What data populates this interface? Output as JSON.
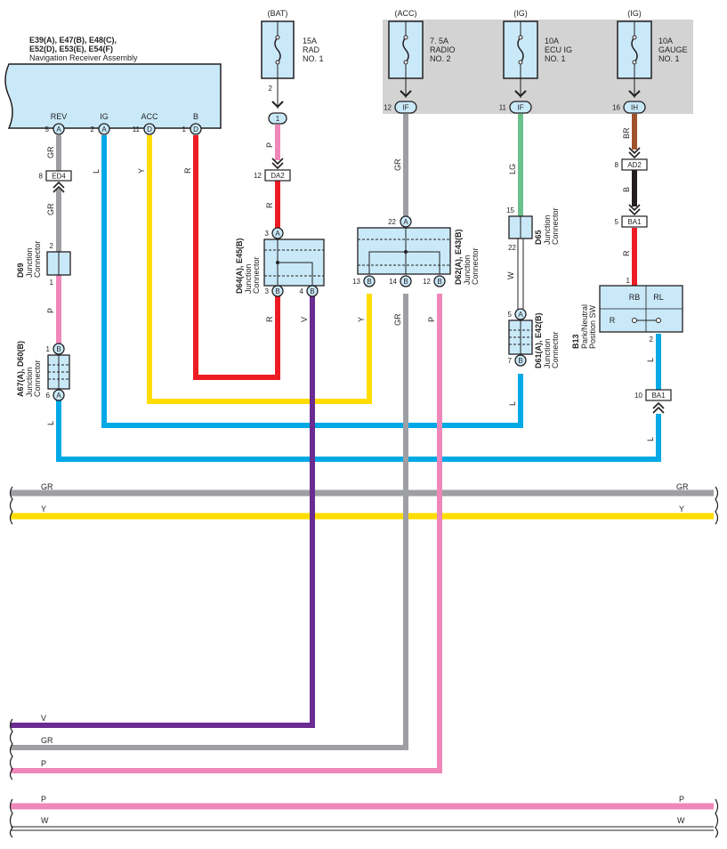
{
  "colors": {
    "GR": "#9d9fa2",
    "L": "#00a9e5",
    "Y": "#ffdd00",
    "R": "#ed1c24",
    "P": "#ef87b9",
    "V": "#6b2c91",
    "LG": "#6cc08d",
    "BR": "#a0522d",
    "B": "#231f20",
    "W": "#ffffff",
    "box": "#c9e9f9",
    "shade": "#d3d3d3"
  },
  "nav": {
    "title": "E39(A), E47(B), E48(C),",
    "title2": "E52(D), E53(E), E54(F)",
    "subtitle": "Navigation Receiver Assembly",
    "pins": [
      {
        "label": "REV",
        "num": "5",
        "conn": "A"
      },
      {
        "label": "IG",
        "num": "2",
        "conn": "A"
      },
      {
        "label": "ACC",
        "num": "11",
        "conn": "D"
      },
      {
        "label": "B",
        "num": "1",
        "conn": "D"
      }
    ]
  },
  "fuses": [
    {
      "source": "(BAT)",
      "rating": "15A",
      "name1": "RAD",
      "name2": "NO. 1",
      "pin": "2"
    },
    {
      "source": "(ACC)",
      "rating": "7. 5A",
      "name1": "RADIO",
      "name2": "NO. 2",
      "pin": "12",
      "conn": "IF"
    },
    {
      "source": "(IG)",
      "rating": "10A",
      "name1": "ECU IG",
      "name2": "NO. 1",
      "pin": "11",
      "conn": "IF"
    },
    {
      "source": "(IG)",
      "rating": "10A",
      "name1": "GAUGE",
      "name2": "NO. 1",
      "pin": "16",
      "conn": "IH"
    }
  ],
  "connectors": {
    "ed4": {
      "name": "ED4",
      "pin": "8"
    },
    "da2": {
      "name": "DA2",
      "pin": "12"
    },
    "ad2": {
      "name": "AD2",
      "pin": "8"
    },
    "ba1_top": {
      "name": "BA1",
      "pin": "5"
    },
    "ba1_bot": {
      "name": "BA1",
      "pin": "10"
    },
    "bat_pin": "1"
  },
  "d69": {
    "name": "D69",
    "desc1": "Junction",
    "desc2": "Connector",
    "pin_top": "2",
    "pin_bot": "1"
  },
  "a67": {
    "name": "A67(A), D60(B)",
    "desc1": "Junction",
    "desc2": "Connector",
    "pin_top": "1",
    "conn_top": "B",
    "pin_bot": "6",
    "conn_bot": "A"
  },
  "d64": {
    "name": "D64(A), E45(B)",
    "desc1": "Junction",
    "desc2": "Connector",
    "pin_top": "3",
    "conn_top": "A",
    "pin_b1": "3",
    "conn_b1": "B",
    "pin_b2": "4",
    "conn_b2": "B"
  },
  "d62": {
    "name": "D62(A), E43(B)",
    "desc1": "Junction",
    "desc2": "Connector",
    "pin_top": "22",
    "conn_top": "A",
    "pin_b1": "13",
    "conn_b1": "B",
    "pin_b2": "14",
    "conn_b2": "B",
    "pin_b3": "12",
    "conn_b3": "B"
  },
  "d65": {
    "name": "D65",
    "desc1": "Junction",
    "desc2": "Connector",
    "pin_top": "15",
    "pin_bot": "22"
  },
  "d61": {
    "name": "D61(A), E42(B)",
    "desc1": "Junction",
    "desc2": "Connector",
    "pin_top": "5",
    "conn_top": "A",
    "pin_bot": "7",
    "conn_bot": "B"
  },
  "b13": {
    "name": "B13",
    "desc1": "Park/Neutral",
    "desc2": "Position SW",
    "rb": "RB",
    "rl": "RL",
    "r": "R",
    "pin_top": "1",
    "pin_bot": "2"
  },
  "wire_labels": {
    "gr": "GR",
    "l": "L",
    "y": "Y",
    "r": "R",
    "p": "P",
    "v": "V",
    "lg": "LG",
    "br": "BR",
    "b": "B",
    "w": "W"
  },
  "bus": {
    "gr": "GR",
    "y": "Y",
    "v": "V",
    "gr2": "GR",
    "p": "P",
    "p2": "P",
    "w": "W"
  }
}
